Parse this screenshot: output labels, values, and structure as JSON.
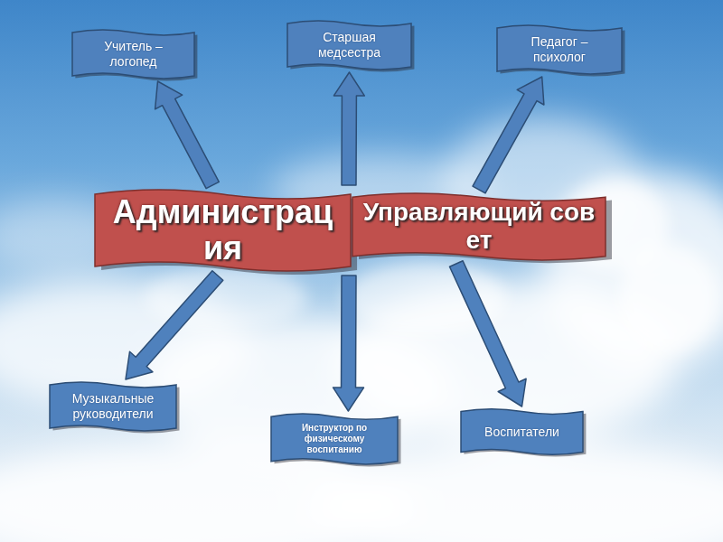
{
  "diagram": {
    "nodes": [
      {
        "text": [
          "Учитель – логопед"
        ]
      },
      {
        "text": [
          "Старшая медсестра"
        ]
      },
      {
        "text": [
          "Педагог – психолог"
        ]
      },
      {
        "text": [
          "Администрация"
        ]
      },
      {
        "text": [
          "Управляющий совет"
        ]
      },
      {
        "text": [
          "Музыкальные руководители"
        ]
      },
      {
        "text": [
          "Инструктор по физическому воспитанию"
        ]
      },
      {
        "text": [
          "Воспитатели"
        ]
      }
    ],
    "edges": [
      {
        "from": 3,
        "to": 0,
        "arrow": "to"
      },
      {
        "from": 3,
        "to": 1,
        "arrow": "to"
      },
      {
        "from": 4,
        "to": 2,
        "arrow": "to"
      },
      {
        "from": 3,
        "to": 5,
        "arrow": "to"
      },
      {
        "from": 3,
        "to": 6,
        "arrow": "to"
      },
      {
        "from": 4,
        "to": 7,
        "arrow": "to"
      }
    ]
  }
}
